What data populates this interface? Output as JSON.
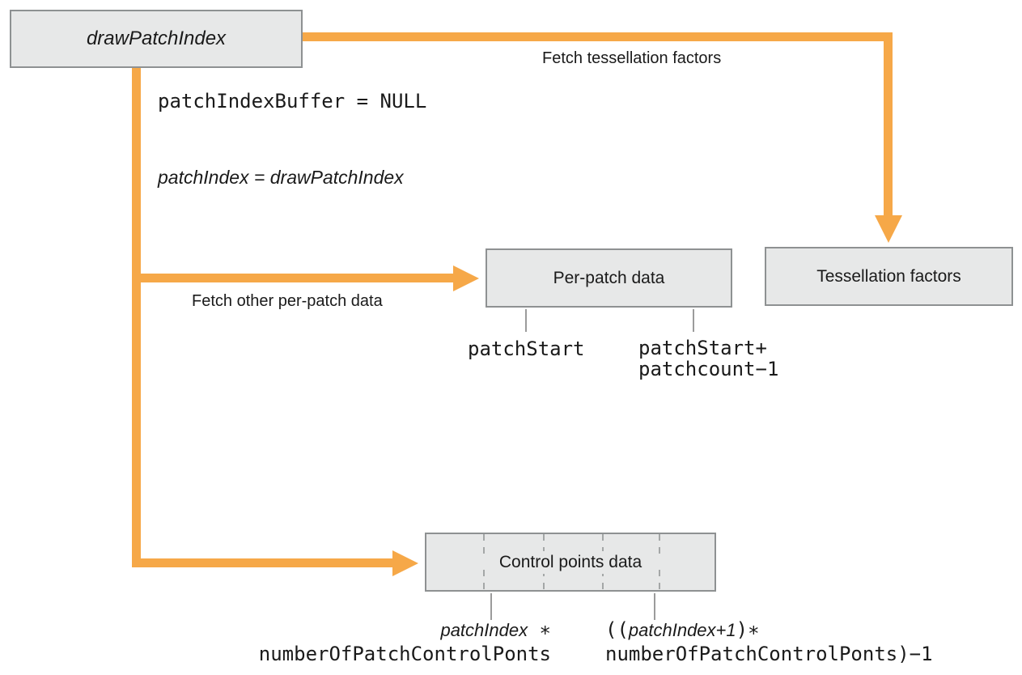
{
  "colors": {
    "arrow_orange": "#f6a848",
    "box_fill": "#e7e8e8",
    "box_border": "#8e9192",
    "text": "#1a1a1a",
    "tick_gray": "#9b9b9b"
  },
  "nodes": {
    "draw_patch_index": {
      "label": "drawPatchIndex"
    },
    "per_patch_data": {
      "label": "Per-patch data"
    },
    "tessellation_factors": {
      "label": "Tessellation factors"
    },
    "control_points_data": {
      "label": "Control points data"
    }
  },
  "edges": {
    "fetch_tessellation": {
      "label": "Fetch tessellation factors"
    },
    "fetch_per_patch": {
      "label": "Fetch other per-patch data"
    }
  },
  "annotations": {
    "patch_index_buffer": "patchIndexBuffer = NULL",
    "patch_index_assign": "patchIndex = drawPatchIndex",
    "per_patch_start": "patchStart",
    "per_patch_end_line1": "patchStart+",
    "per_patch_end_line2": "patchcount−1",
    "cp_start_italic": "patchIndex",
    "cp_start_operator": " ∗",
    "cp_start_line2": "numberOfPatchControlPonts",
    "cp_end_open": "((",
    "cp_end_italic": "patchIndex+1",
    "cp_end_close": ")∗",
    "cp_end_line2": "numberOfPatchControlPonts)−1"
  }
}
